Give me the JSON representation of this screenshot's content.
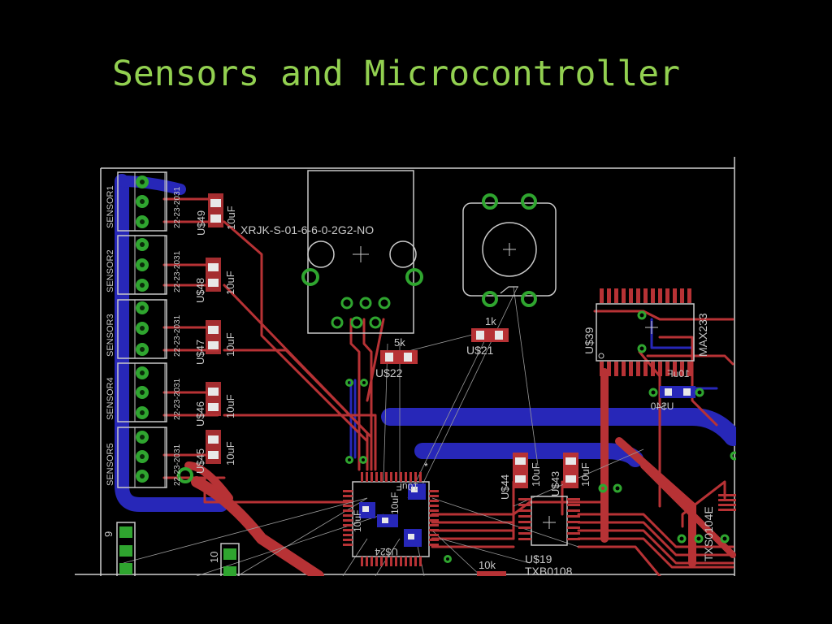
{
  "slide": {
    "title": "Sensors and Microcontroller"
  },
  "colors": {
    "background": "#000000",
    "title": "#92d050",
    "top_copper": "#b73235",
    "bottom_copper": "#2727b8",
    "pad": "#2fa52f",
    "outline": "#c8c8c8",
    "airwire": "#9a9a9a"
  },
  "sensors": [
    {
      "name": "SENSOR1",
      "connector": "22-23-2031"
    },
    {
      "name": "SENSOR2",
      "connector": "22-23-2031"
    },
    {
      "name": "SENSOR3",
      "connector": "22-23-2031"
    },
    {
      "name": "SENSOR4",
      "connector": "22-23-2031"
    },
    {
      "name": "SENSOR5",
      "connector": "22-23-2031"
    }
  ],
  "sensor_caps": [
    {
      "ref": "U$49",
      "value": "10uF"
    },
    {
      "ref": "U$48",
      "value": "10uF"
    },
    {
      "ref": "U$47",
      "value": "10uF"
    },
    {
      "ref": "U$46",
      "value": "10uF"
    },
    {
      "ref": "U$45",
      "value": "10uF"
    }
  ],
  "parts": {
    "ethernet_jack": "XRJK-S-01-6-6-0-2G2-NO",
    "resistor_u22": {
      "ref": "U$22",
      "value": "5k"
    },
    "resistor_u21": {
      "ref": "U$21",
      "value": "1k"
    },
    "max233": {
      "ref": "U$39",
      "value": "MAX233"
    },
    "cap_u40": {
      "ref": "U$40",
      "value": "10uF"
    },
    "cap_u44": {
      "ref": "U$44",
      "value": "10uF"
    },
    "cap_u43": {
      "ref": "U$43",
      "value": "10uF"
    },
    "txb0108": {
      "ref": "U$19",
      "value": "TXB0108"
    },
    "txs0104e": {
      "value": "TXS0104E"
    },
    "mcu_marks": [
      "10uF",
      "U$24",
      "10uF",
      "10uF"
    ],
    "resistor_bottom": {
      "value": "10k"
    },
    "header_9": "9",
    "header_10": "10",
    "pin1_marker": "*"
  }
}
